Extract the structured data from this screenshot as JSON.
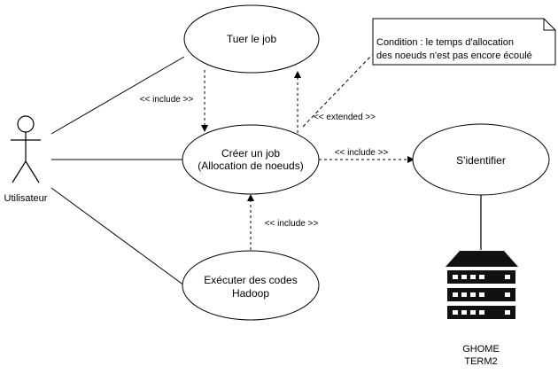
{
  "actor": {
    "name": "Utilisateur"
  },
  "use_cases": {
    "tuer_job": {
      "label": "Tuer le job"
    },
    "creer_job": {
      "label_line1": "Créer un job",
      "label_line2": "(Allocation de noeuds)"
    },
    "executer": {
      "label_line1": "Exécuter des codes",
      "label_line2": "Hadoop"
    },
    "identifier": {
      "label": "S'identifier"
    }
  },
  "relations": {
    "include_tuer_creer": "<< include >>",
    "extended": "<< extended >>",
    "include_creer_identifier": "<< include >>",
    "include_executer_creer": "<< include >>"
  },
  "note": {
    "line1": "Condition : le temps d'allocation",
    "line2": "des noeuds n'est pas encore écoulé"
  },
  "server": {
    "icon": "server-rack-icon",
    "label_line1": "GHOME",
    "label_line2": "TERM2"
  }
}
